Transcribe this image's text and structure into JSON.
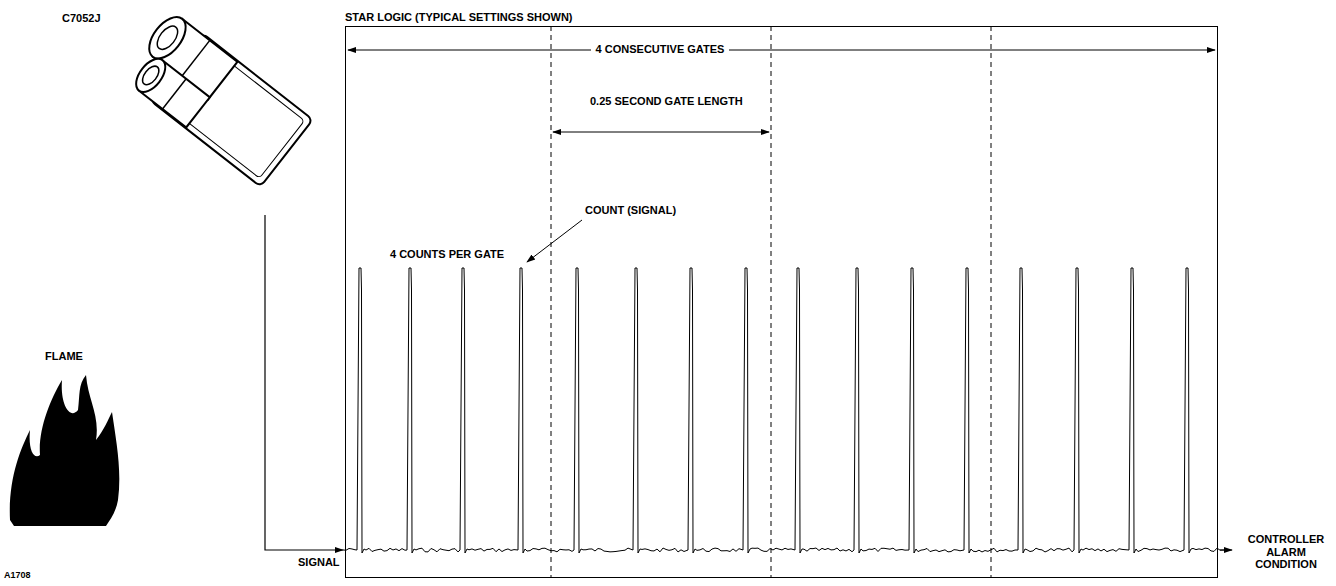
{
  "diagram": {
    "nodes": [
      {
        "text": [
          "STAR LOGIC (TYPICAL SETTINGS SHOWN)"
        ]
      }
    ],
    "labels": [
      "C7052J",
      "4 CONSECUTIVE GATES",
      "0.25 SECOND GATE LENGTH",
      "4 COUNTS PER GATE",
      "COUNT (SIGNAL)",
      "FLAME",
      "SIGNAL",
      "CONTROLLER ALARM CONDITION",
      "A1708"
    ]
  }
}
